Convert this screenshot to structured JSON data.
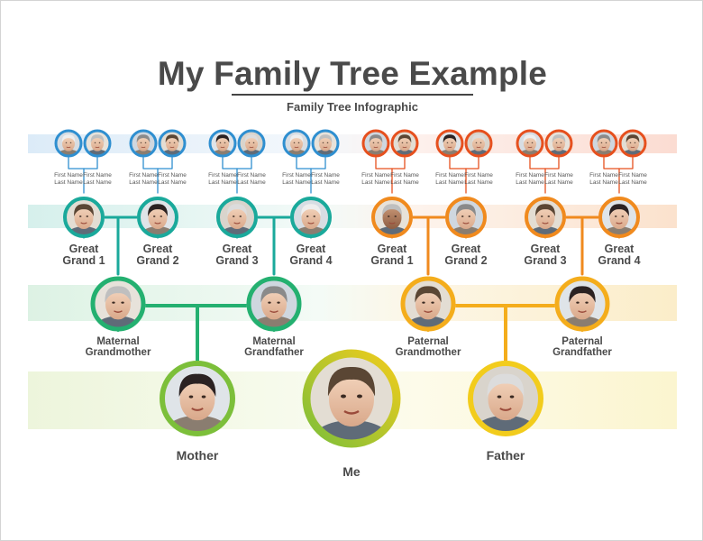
{
  "header": {
    "title": "My Family Tree Example",
    "subtitle": "Family Tree Infographic"
  },
  "colors": {
    "maternal_blue": "#2f8fd0",
    "maternal_teal": "#1aa99b",
    "maternal_green": "#24b070",
    "mother_green": "#7cbf3a",
    "paternal_orange_red": "#e6501e",
    "paternal_orange": "#f08a1e",
    "paternal_amber": "#f4ad1c",
    "father_yellow": "#f2cc1c",
    "title_gray": "#4a4a4a"
  },
  "placeholder": {
    "first": "First Name",
    "last": "Last Name"
  },
  "level3": [
    {
      "side": "maternal"
    },
    {
      "side": "maternal"
    },
    {
      "side": "maternal"
    },
    {
      "side": "maternal"
    },
    {
      "side": "maternal"
    },
    {
      "side": "maternal"
    },
    {
      "side": "maternal"
    },
    {
      "side": "maternal"
    },
    {
      "side": "paternal"
    },
    {
      "side": "paternal"
    },
    {
      "side": "paternal"
    },
    {
      "side": "paternal"
    },
    {
      "side": "paternal"
    },
    {
      "side": "paternal"
    },
    {
      "side": "paternal"
    },
    {
      "side": "paternal"
    }
  ],
  "great_grandparents": [
    {
      "line1": "Great",
      "line2": "Grand 1",
      "side": "maternal"
    },
    {
      "line1": "Great",
      "line2": "Grand 2",
      "side": "maternal"
    },
    {
      "line1": "Great",
      "line2": "Grand 3",
      "side": "maternal"
    },
    {
      "line1": "Great",
      "line2": "Grand 4",
      "side": "maternal"
    },
    {
      "line1": "Great",
      "line2": "Grand 1",
      "side": "paternal"
    },
    {
      "line1": "Great",
      "line2": "Grand 2",
      "side": "paternal"
    },
    {
      "line1": "Great",
      "line2": "Grand 3",
      "side": "paternal"
    },
    {
      "line1": "Great",
      "line2": "Grand 4",
      "side": "paternal"
    }
  ],
  "grandparents": [
    {
      "line1": "Maternal",
      "line2": "Grandmother",
      "side": "maternal"
    },
    {
      "line1": "Maternal",
      "line2": "Grandfather",
      "side": "maternal"
    },
    {
      "line1": "Paternal",
      "line2": "Grandmother",
      "side": "paternal"
    },
    {
      "line1": "Paternal",
      "line2": "Grandfather",
      "side": "paternal"
    }
  ],
  "parents": [
    {
      "label": "Mother",
      "side": "maternal"
    },
    {
      "label": "Father",
      "side": "paternal"
    }
  ],
  "me": {
    "label": "Me"
  }
}
